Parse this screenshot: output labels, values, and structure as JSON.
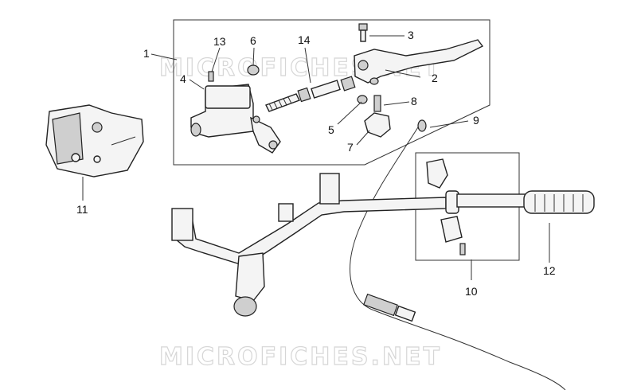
{
  "watermarks": {
    "top": "MICROFICHES.NET",
    "bottom": "MICROFICHES.NET"
  },
  "callouts": [
    {
      "id": "1",
      "label": "1"
    },
    {
      "id": "2",
      "label": "2"
    },
    {
      "id": "3",
      "label": "3"
    },
    {
      "id": "4",
      "label": "4"
    },
    {
      "id": "5",
      "label": "5"
    },
    {
      "id": "6",
      "label": "6"
    },
    {
      "id": "7",
      "label": "7"
    },
    {
      "id": "8",
      "label": "8"
    },
    {
      "id": "9",
      "label": "9"
    },
    {
      "id": "10",
      "label": "10"
    },
    {
      "id": "11",
      "label": "11"
    },
    {
      "id": "12",
      "label": "12"
    },
    {
      "id": "13",
      "label": "13"
    },
    {
      "id": "14",
      "label": "14"
    }
  ]
}
